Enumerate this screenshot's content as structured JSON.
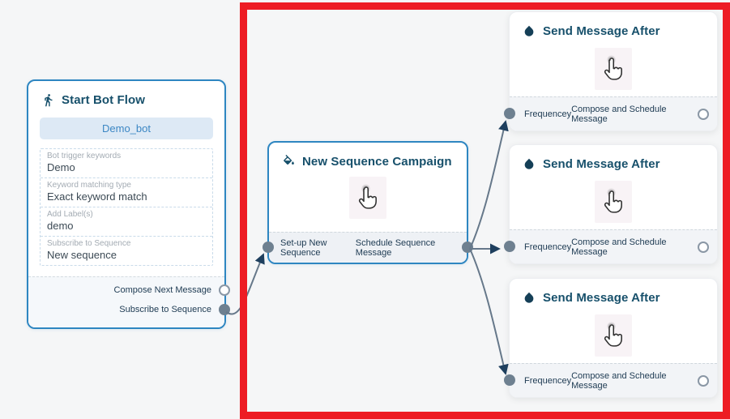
{
  "colors": {
    "canvas_background": "#f5f6f7",
    "node_accent_border": "#2e86c1",
    "node_title": "#17506b",
    "highlight_red": "#ed1c24",
    "connector_line": "#66788a",
    "connector_arrow": "#1e3f5e",
    "port_filled": "#6e8090",
    "demo_button_bg": "#dde9f5",
    "demo_button_text": "#3c87c4"
  },
  "icons": {
    "start": "walking-person-icon",
    "campaign": "paint-bucket-icon",
    "send": "water-drop-icon",
    "click": "hand-pointer-icon"
  },
  "nodes": {
    "start_bot_flow": {
      "title": "Start Bot Flow",
      "bot_name": "Demo_bot",
      "fields": [
        {
          "label": "Bot trigger keywords",
          "value": "Demo"
        },
        {
          "label": "Keyword matching type",
          "value": "Exact keyword match"
        },
        {
          "label": "Add Label(s)",
          "value": "demo"
        },
        {
          "label": "Subscribe to Sequence",
          "value": "New sequence"
        }
      ],
      "outputs": [
        {
          "label": "Compose Next Message",
          "port_state": "open"
        },
        {
          "label": "Subscribe to Sequence",
          "port_state": "connected"
        }
      ]
    },
    "new_sequence_campaign": {
      "title": "New Sequence Campaign",
      "input_label": "Set-up New Sequence",
      "output_label": "Schedule Sequence Message"
    },
    "send_message_after": {
      "title": "Send Message After",
      "input_label": "Frequencey",
      "output_label": "Compose and Schedule Message",
      "instance_count": 3
    }
  }
}
